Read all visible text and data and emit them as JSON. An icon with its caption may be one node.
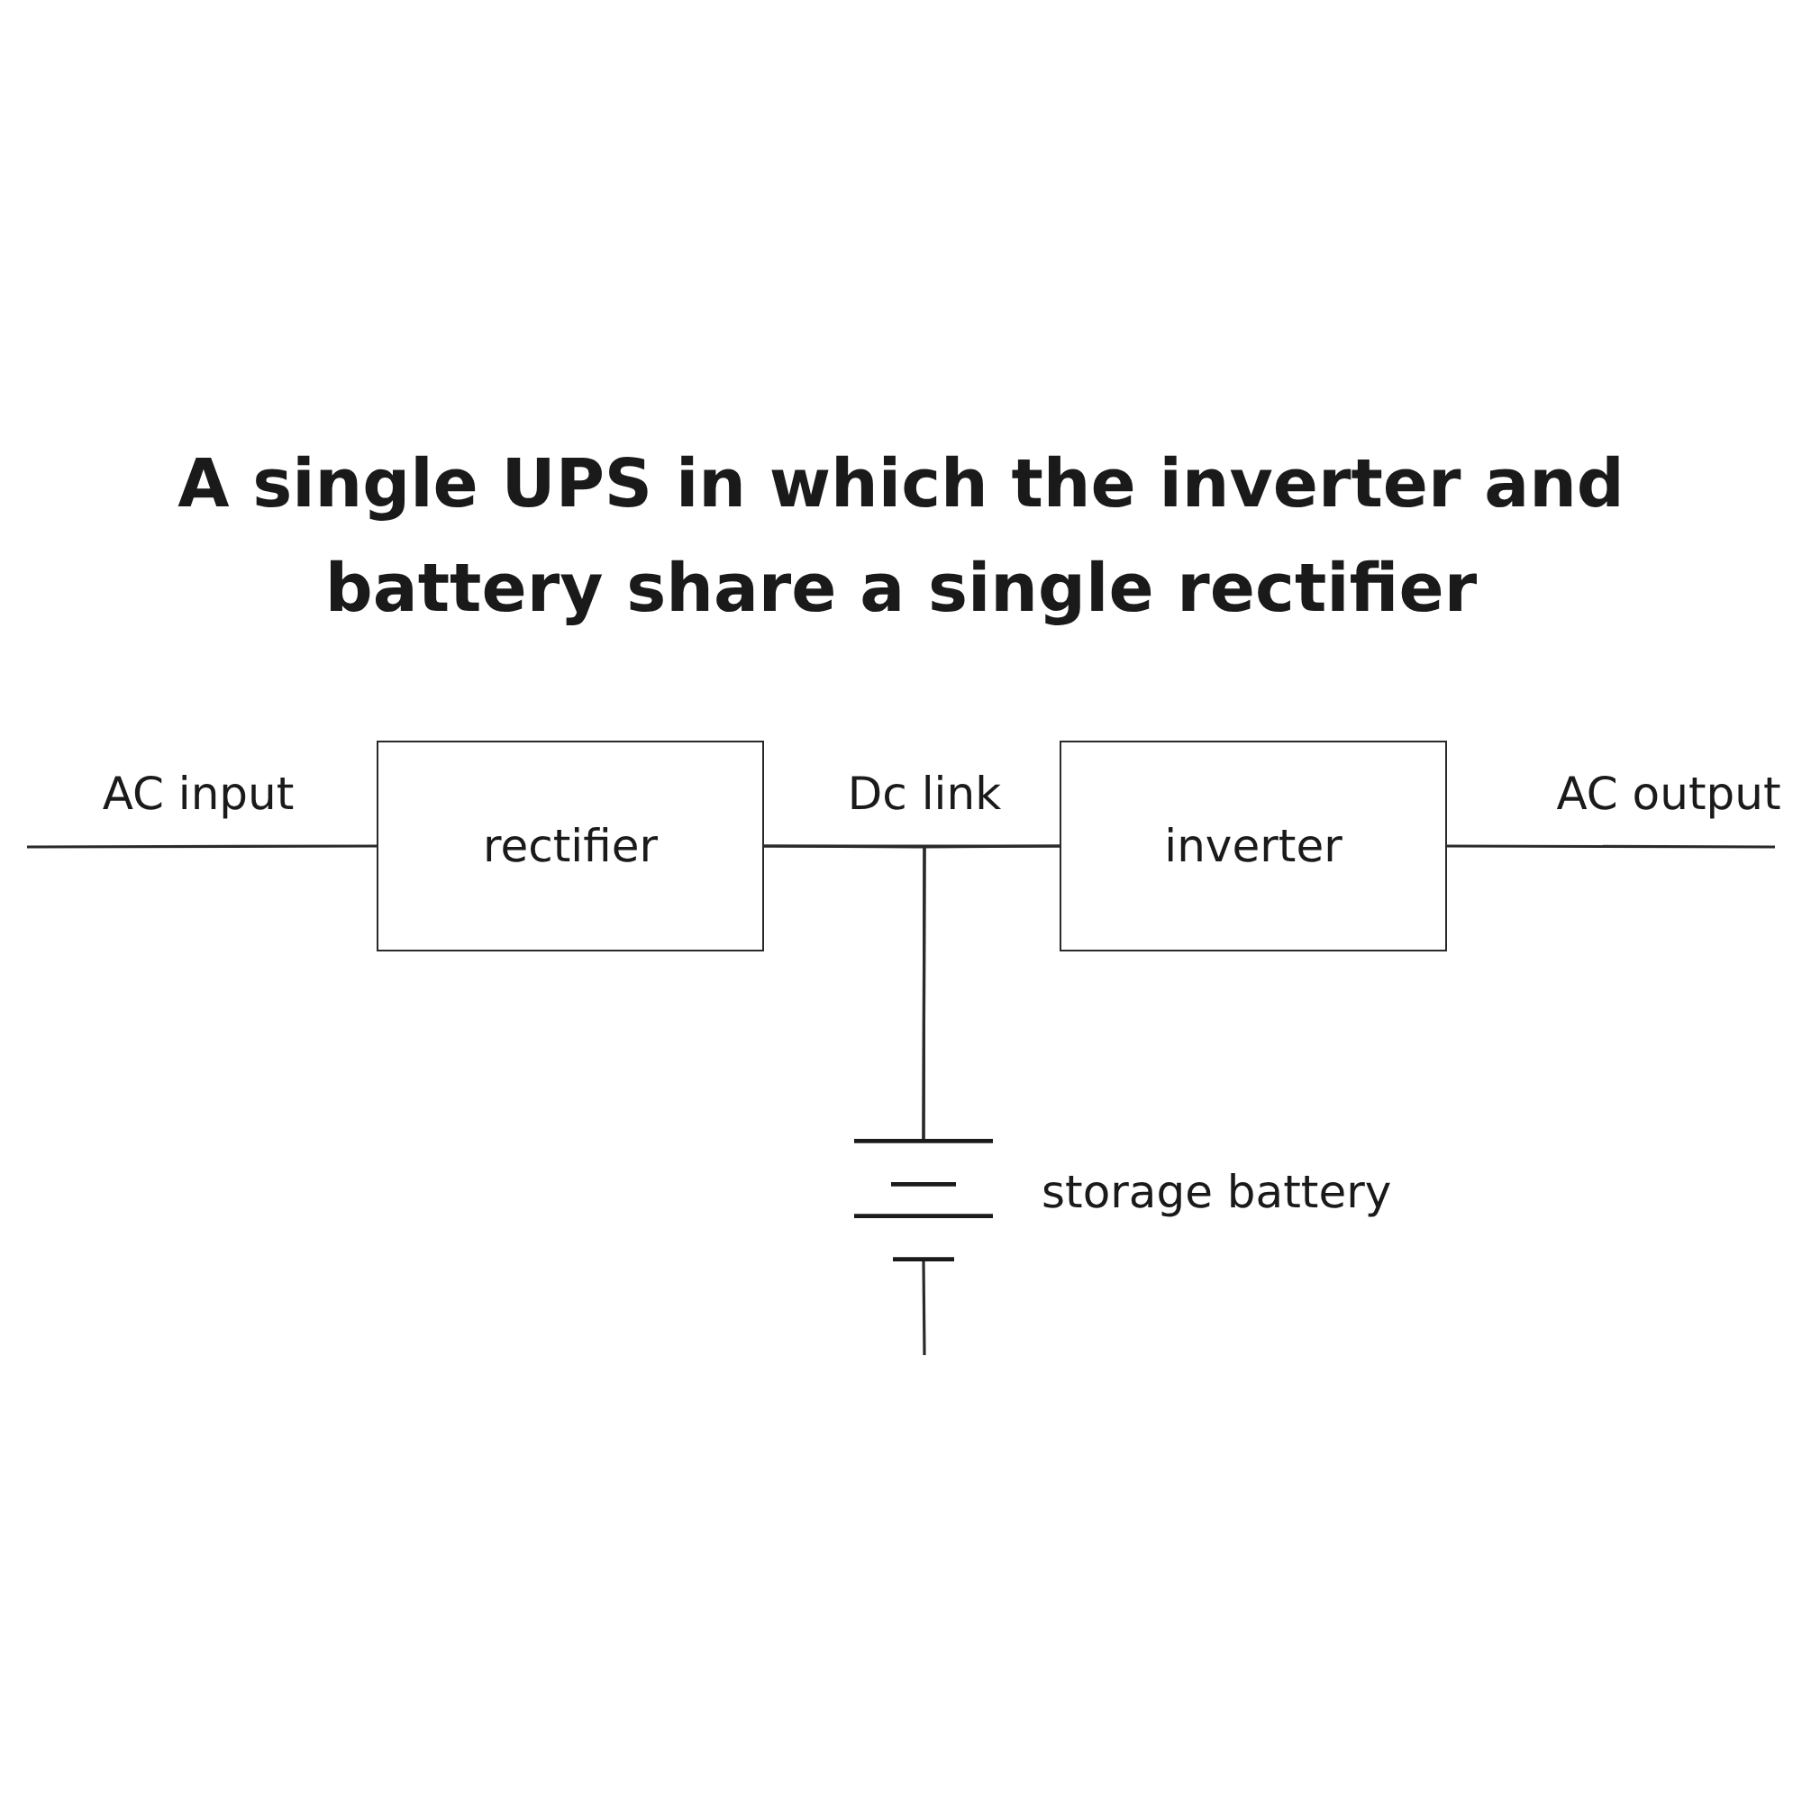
{
  "diagram": {
    "title": "A single UPS in which the inverter and battery share a single rectifier",
    "nodes": [
      {
        "text": [
          "rectifier"
        ]
      },
      {
        "text": [
          "inverter"
        ]
      },
      {
        "text": [],
        "shape": "battery",
        "beside": [
          "storage battery"
        ]
      }
    ],
    "edges": [
      {
        "from": null,
        "to": 0,
        "arrow": "none",
        "label": "AC input"
      },
      {
        "from": 0,
        "to": 1,
        "arrow": "none",
        "label": "Dc link"
      },
      {
        "from": 0,
        "to": 2,
        "arrow": "none"
      },
      {
        "from": 2,
        "to": 1,
        "arrow": "none"
      },
      {
        "from": 1,
        "to": null,
        "arrow": "none",
        "label": "AC output"
      },
      {
        "from": 2,
        "to": null,
        "arrow": "none"
      }
    ]
  }
}
